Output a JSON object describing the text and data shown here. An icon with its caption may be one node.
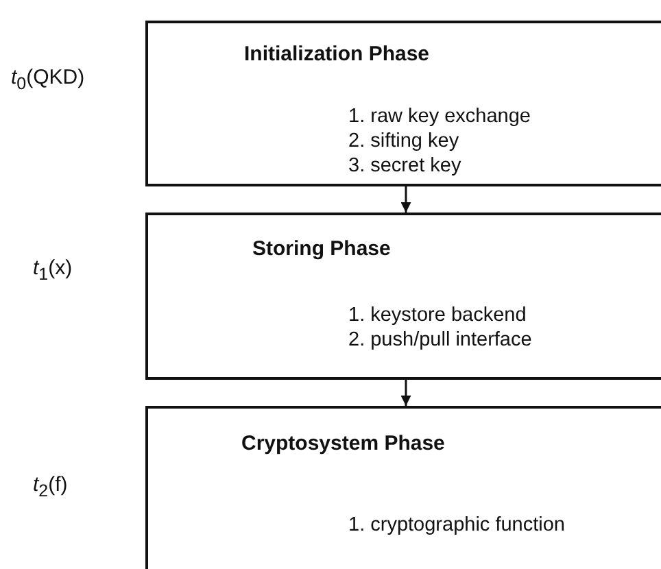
{
  "diagram": {
    "nodes": [
      {
        "text": [
          "Initialization Phase",
          "1. raw key exchange",
          "2. sifting key",
          "3. secret key"
        ],
        "beside": [
          "*t*$_{0}$(QKD)"
        ]
      },
      {
        "text": [
          "Storing Phase",
          "1. keystore backend",
          "2. push/pull interface"
        ],
        "beside": [
          "*t*$_{1}$(x)"
        ]
      },
      {
        "text": [
          "Cryptosystem Phase",
          "1. cryptographic function"
        ],
        "beside": [
          "*t*$_{2}$(f)"
        ]
      }
    ],
    "edges": [
      {
        "from": 0,
        "to": 1,
        "arrow": "to"
      },
      {
        "from": 1,
        "to": 2,
        "arrow": "to"
      }
    ]
  }
}
